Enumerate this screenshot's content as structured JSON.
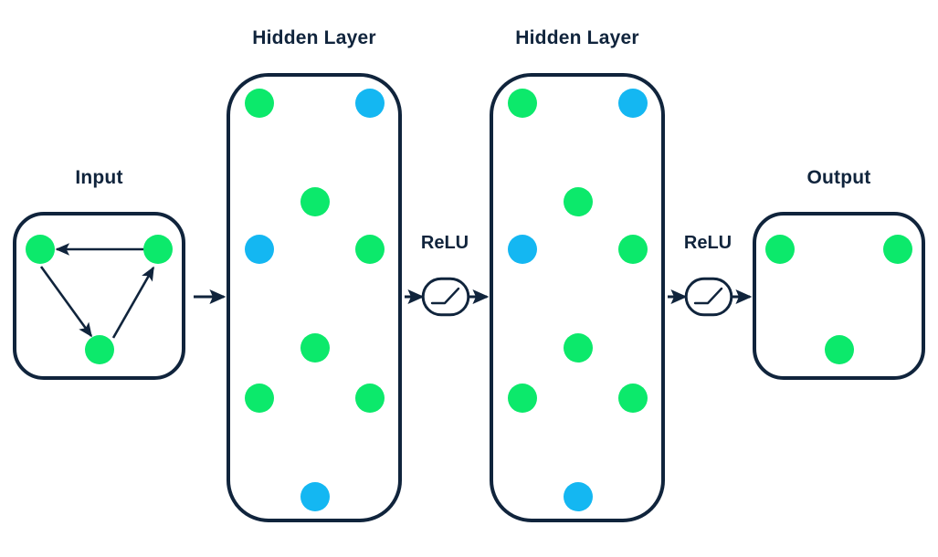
{
  "diagram": {
    "title_input": "Input",
    "title_hidden_1": "Hidden Layer",
    "title_hidden_2": "Hidden Layer",
    "title_output": "Output",
    "activation_1": "ReLU",
    "activation_2": "ReLU",
    "colors": {
      "green": "#0ce96b",
      "blue": "#14b7f2",
      "navy": "#10243c",
      "gray_arrow": "#4c5460",
      "background": "#ffffff"
    },
    "layers": [
      {
        "name": "input",
        "label": "Input",
        "shape": "rounded-square",
        "groups": [
          {
            "nodes": [
              {
                "id": "in-tl",
                "color": "green",
                "pos": "top-left"
              },
              {
                "id": "in-tr",
                "color": "green",
                "pos": "top-right"
              },
              {
                "id": "in-b",
                "color": "green",
                "pos": "bottom-center"
              }
            ],
            "edges": [
              {
                "from": "in-tr",
                "to": "in-tl",
                "color": "navy"
              },
              {
                "from": "in-tl",
                "to": "in-b",
                "color": "navy"
              },
              {
                "from": "in-b",
                "to": "in-tr",
                "color": "navy"
              }
            ]
          }
        ]
      },
      {
        "name": "hidden-1",
        "label": "Hidden Layer",
        "shape": "rounded-rect-tall",
        "groups": [
          {
            "nodes": [
              {
                "id": "h1a-tl",
                "color": "green",
                "pos": "top-left"
              },
              {
                "id": "h1a-tr",
                "color": "blue",
                "pos": "top-right"
              },
              {
                "id": "h1a-b",
                "color": "green",
                "pos": "bottom-center"
              }
            ],
            "edges": [
              {
                "from": "h1a-tr",
                "to": "h1a-tl",
                "color": "gray"
              },
              {
                "from": "h1a-tl",
                "to": "h1a-b",
                "color": "navy"
              },
              {
                "from": "h1a-b",
                "to": "h1a-tr",
                "color": "gray"
              }
            ]
          },
          {
            "nodes": [
              {
                "id": "h1b-tl",
                "color": "blue",
                "pos": "top-left"
              },
              {
                "id": "h1b-tr",
                "color": "green",
                "pos": "top-right"
              },
              {
                "id": "h1b-b",
                "color": "green",
                "pos": "bottom-center"
              }
            ],
            "edges": [
              {
                "from": "h1b-tr",
                "to": "h1b-tl",
                "color": "gray"
              },
              {
                "from": "h1b-tl",
                "to": "h1b-b",
                "color": "gray"
              },
              {
                "from": "h1b-b",
                "to": "h1b-tr",
                "color": "navy"
              }
            ]
          },
          {
            "nodes": [
              {
                "id": "h1c-tl",
                "color": "green",
                "pos": "top-left"
              },
              {
                "id": "h1c-tr",
                "color": "green",
                "pos": "top-right"
              },
              {
                "id": "h1c-b",
                "color": "blue",
                "pos": "bottom-center"
              }
            ],
            "edges": [
              {
                "from": "h1c-tr",
                "to": "h1c-tl",
                "color": "navy"
              },
              {
                "from": "h1c-tl",
                "to": "h1c-b",
                "color": "gray"
              },
              {
                "from": "h1c-b",
                "to": "h1c-tr",
                "color": "gray"
              }
            ]
          }
        ]
      },
      {
        "name": "hidden-2",
        "label": "Hidden Layer",
        "shape": "rounded-rect-tall",
        "groups": [
          {
            "nodes": [
              {
                "id": "h2a-tl",
                "color": "green",
                "pos": "top-left"
              },
              {
                "id": "h2a-tr",
                "color": "blue",
                "pos": "top-right"
              },
              {
                "id": "h2a-b",
                "color": "green",
                "pos": "bottom-center"
              }
            ],
            "edges": [
              {
                "from": "h2a-tr",
                "to": "h2a-tl",
                "color": "gray"
              },
              {
                "from": "h2a-tl",
                "to": "h2a-b",
                "color": "navy"
              },
              {
                "from": "h2a-b",
                "to": "h2a-tr",
                "color": "gray"
              }
            ]
          },
          {
            "nodes": [
              {
                "id": "h2b-tl",
                "color": "blue",
                "pos": "top-left"
              },
              {
                "id": "h2b-tr",
                "color": "green",
                "pos": "top-right"
              },
              {
                "id": "h2b-b",
                "color": "green",
                "pos": "bottom-center"
              }
            ],
            "edges": [
              {
                "from": "h2b-tr",
                "to": "h2b-tl",
                "color": "gray"
              },
              {
                "from": "h2b-tl",
                "to": "h2b-b",
                "color": "gray"
              },
              {
                "from": "h2b-b",
                "to": "h2b-tr",
                "color": "navy"
              }
            ]
          },
          {
            "nodes": [
              {
                "id": "h2c-tl",
                "color": "green",
                "pos": "top-left"
              },
              {
                "id": "h2c-tr",
                "color": "green",
                "pos": "top-right"
              },
              {
                "id": "h2c-b",
                "color": "blue",
                "pos": "bottom-center"
              }
            ],
            "edges": [
              {
                "from": "h2c-tr",
                "to": "h2c-tl",
                "color": "navy"
              },
              {
                "from": "h2c-tl",
                "to": "h2c-b",
                "color": "gray"
              },
              {
                "from": "h2c-b",
                "to": "h2c-tr",
                "color": "gray"
              }
            ]
          }
        ]
      },
      {
        "name": "output",
        "label": "Output",
        "shape": "rounded-square",
        "groups": [
          {
            "nodes": [
              {
                "id": "out-tl",
                "color": "green",
                "pos": "top-left"
              },
              {
                "id": "out-tr",
                "color": "green",
                "pos": "top-right"
              },
              {
                "id": "out-b",
                "color": "green",
                "pos": "bottom-center"
              }
            ],
            "edges": [
              {
                "from": "out-tr",
                "to": "out-tl",
                "color": "navy"
              },
              {
                "from": "out-tl",
                "to": "out-b",
                "color": "navy"
              },
              {
                "from": "out-b",
                "to": "out-tr",
                "color": "navy"
              }
            ]
          }
        ]
      }
    ],
    "flow": [
      {
        "from": "input",
        "to": "hidden-1",
        "kind": "arrow"
      },
      {
        "from": "hidden-1",
        "to": "relu-1",
        "kind": "arrow"
      },
      {
        "from": "relu-1",
        "to": "hidden-2",
        "kind": "arrow"
      },
      {
        "from": "hidden-2",
        "to": "relu-2",
        "kind": "arrow"
      },
      {
        "from": "relu-2",
        "to": "output",
        "kind": "arrow"
      }
    ]
  }
}
